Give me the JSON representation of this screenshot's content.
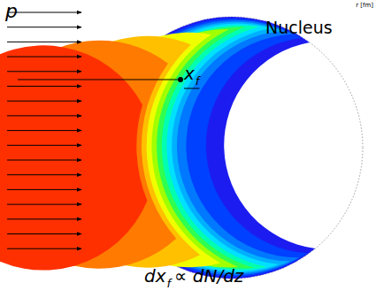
{
  "diagram": {
    "labels": [
      "p",
      "r [fm]",
      "Nucleus",
      "x",
      "f",
      "dx",
      "f",
      "∝ dN/dz"
    ]
  }
}
